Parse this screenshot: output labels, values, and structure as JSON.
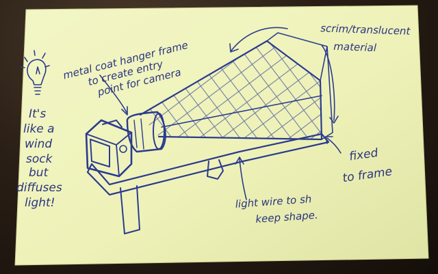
{
  "note": {
    "paper_color": "#eef2b8",
    "ink_color": "#2a3480",
    "labels": {
      "frame": [
        "metal coat hanger frame",
        "to create entry",
        "point for camera"
      ],
      "material": [
        "scrim/translucent",
        "material"
      ],
      "fixed": [
        "fixed",
        "to frame"
      ],
      "wire": [
        "light wire to sh",
        "keep shape."
      ],
      "idea": [
        "It's",
        "like a",
        "wind",
        "sock",
        "but",
        "diffuses",
        "light!"
      ]
    },
    "icons": {
      "idea": "lightbulb-icon",
      "camera": "camera-drawing"
    }
  }
}
